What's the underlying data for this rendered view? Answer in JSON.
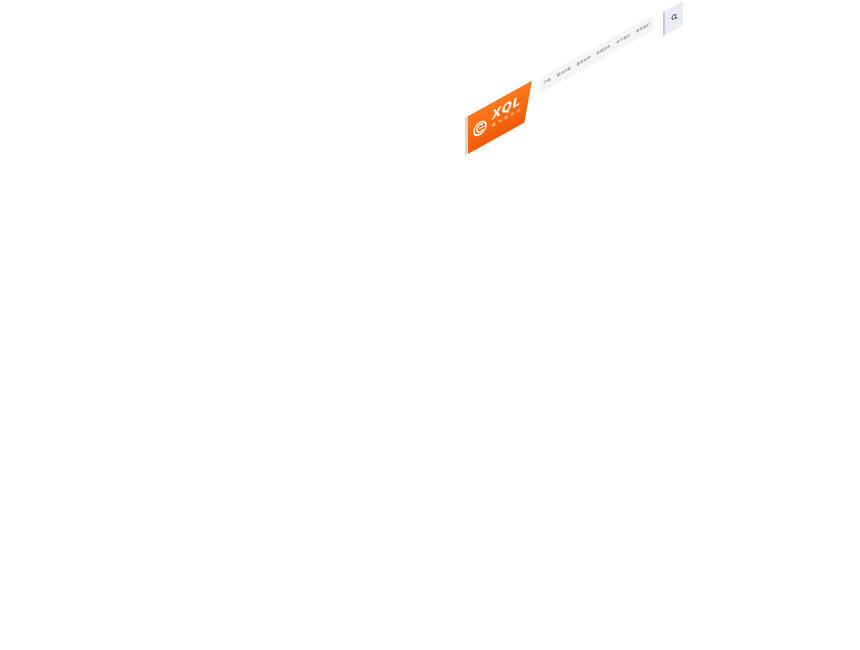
{
  "brand": {
    "logo_text": "XQL",
    "logo_subtext": "鑫 巧 隆 科 技",
    "accent_color": "#f26a12",
    "logo_icon": "brand-mark-icon"
  },
  "nav": {
    "items": [
      {
        "label": "产品"
      },
      {
        "label": "解决方案"
      },
      {
        "label": "服务支持"
      },
      {
        "label": "新闻资讯"
      },
      {
        "label": "关于我们"
      },
      {
        "label": "联系我们"
      }
    ]
  },
  "search": {
    "icon": "search-icon"
  }
}
